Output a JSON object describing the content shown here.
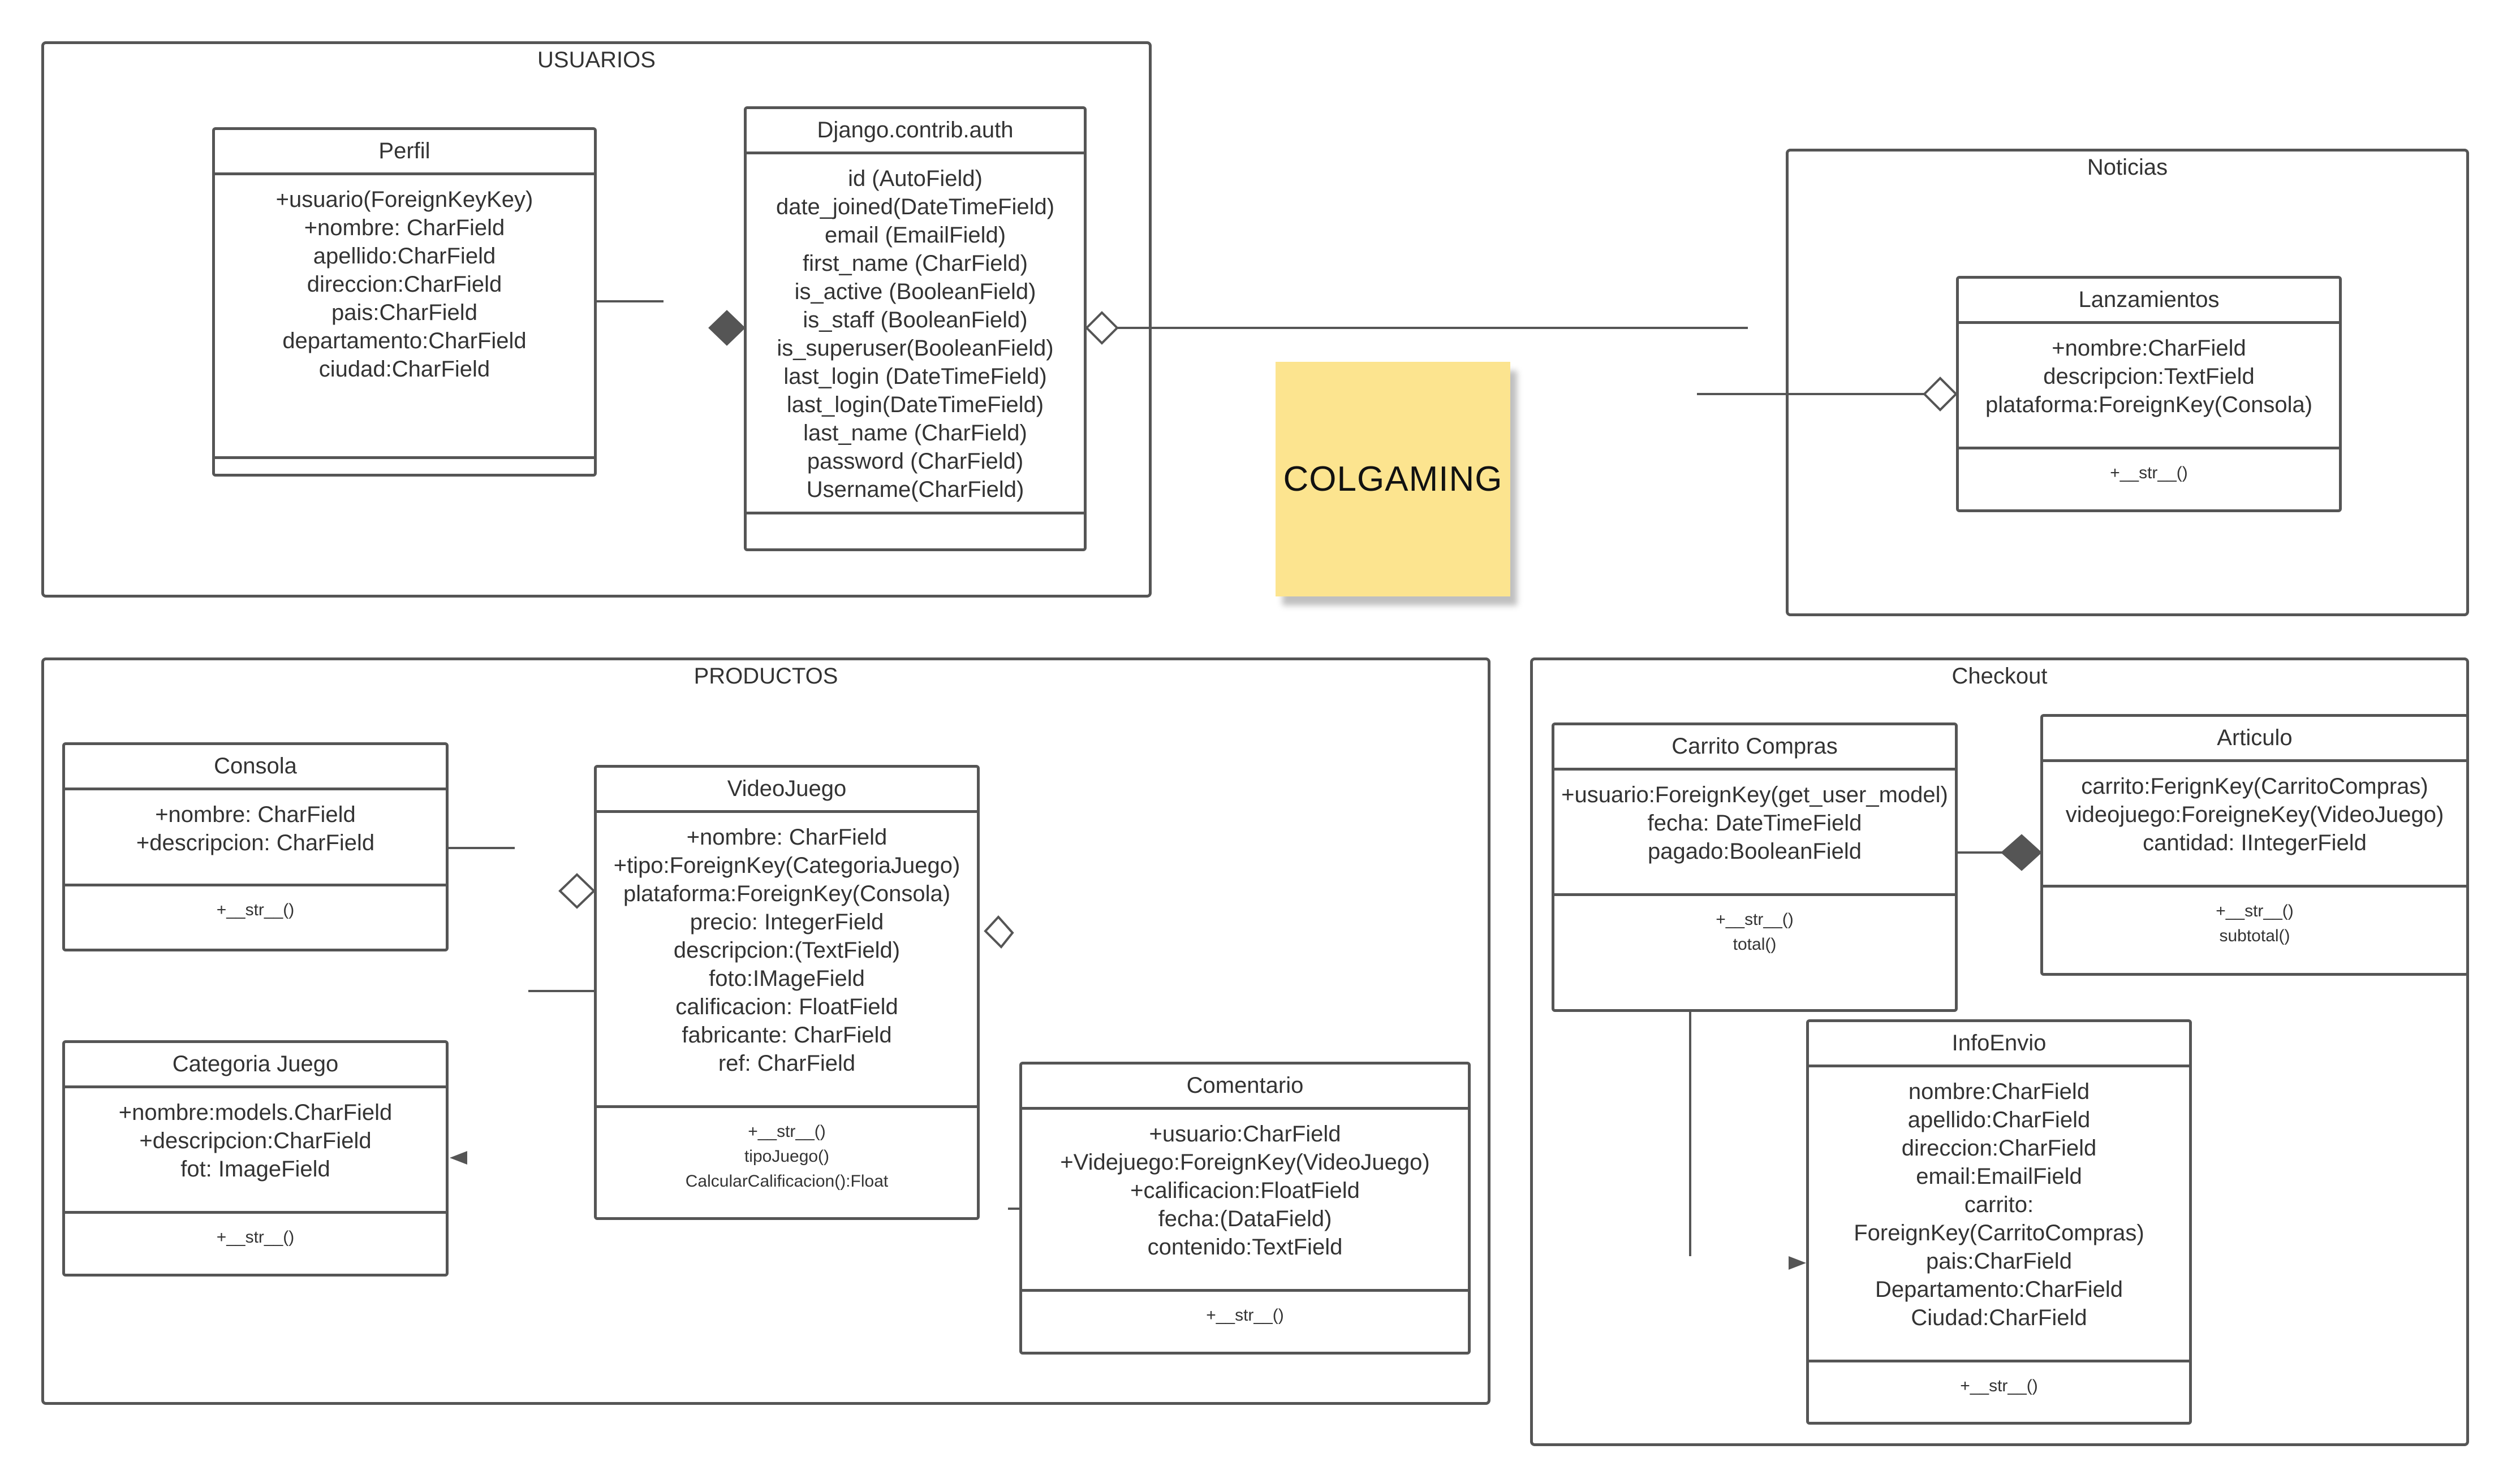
{
  "packages": {
    "usuarios": "USUARIOS",
    "noticias": "Noticias",
    "productos": "PRODUCTOS",
    "checkout": "Checkout"
  },
  "note": {
    "text": "COLGAMING",
    "color": "#fce48f"
  },
  "classes": {
    "perfil": {
      "name": "Perfil",
      "attributes": [
        "+usuario(ForeignKeyKey)",
        "+nombre: CharField",
        "apellido:CharField",
        "direccion:CharField",
        "pais:CharField",
        "departamento:CharField",
        "ciudad:CharField"
      ],
      "methods": [
        "+__str__()"
      ]
    },
    "auth": {
      "name": "Django.contrib.auth",
      "attributes": [
        "id (AutoField)",
        "date_joined(DateTimeField)",
        "email (EmailField)",
        "first_name (CharField)",
        "is_active (BooleanField)",
        "is_staff (BooleanField)",
        "is_superuser(BooleanField)",
        "last_login (DateTimeField)",
        "last_login(DateTimeField)",
        "last_name (CharField)",
        "password (CharField)",
        "Username(CharField)"
      ],
      "methods": []
    },
    "lanzamientos": {
      "name": "Lanzamientos",
      "attributes": [
        "+nombre:CharField",
        "descripcion:TextField",
        "plataforma:ForeignKey(Consola)"
      ],
      "methods": [
        "+__str__()"
      ]
    },
    "consola": {
      "name": "Consola",
      "attributes": [
        "+nombre: CharField",
        "+descripcion: CharField"
      ],
      "methods": [
        "+__str__()"
      ]
    },
    "videojuego": {
      "name": "VideoJuego",
      "attributes": [
        "+nombre: CharField",
        "+tipo:ForeignKey(CategoriaJuego)",
        "plataforma:ForeignKey(Consola)",
        "precio: IntegerField",
        "descripcion:(TextField)",
        "foto:IMageField",
        "calificacion: FloatField",
        "fabricante: CharField",
        "ref: CharField"
      ],
      "methods": [
        "+__str__()",
        "tipoJuego()",
        "CalcularCalificacion():Float"
      ]
    },
    "categoria": {
      "name": "Categoria Juego",
      "attributes": [
        "+nombre:models.CharField",
        "+descripcion:CharField",
        "fot: ImageField"
      ],
      "methods": [
        "+__str__()"
      ]
    },
    "comentario": {
      "name": "Comentario",
      "attributes": [
        "+usuario:CharField",
        "+Videjuego:ForeignKey(VideoJuego)",
        "+calificacion:FloatField",
        "fecha:(DataField)",
        "contenido:TextField"
      ],
      "methods": [
        "+__str__()"
      ]
    },
    "carrito": {
      "name": "Carrito Compras",
      "attributes": [
        "+usuario:ForeignKey(get_user_model)",
        "fecha: DateTimeField",
        "pagado:BooleanField"
      ],
      "methods": [
        "+__str__()",
        "total()"
      ]
    },
    "articulo": {
      "name": "Articulo",
      "attributes": [
        "carrito:FerignKey(CarritoCompras)",
        "videojuego:ForeigneKey(VideoJuego)",
        "cantidad: IIntegerField"
      ],
      "methods": [
        "+__str__()",
        "subtotal()"
      ]
    },
    "infoenvio": {
      "name": "InfoEnvio",
      "attributes": [
        "nombre:CharField",
        "apellido:CharField",
        "direccion:CharField",
        "email:EmailField",
        "carrito:",
        "ForeignKey(CarritoCompras)",
        "pais:CharField",
        "Departamento:CharField",
        "Ciudad:CharField"
      ],
      "methods": [
        "+__str__()"
      ]
    }
  }
}
